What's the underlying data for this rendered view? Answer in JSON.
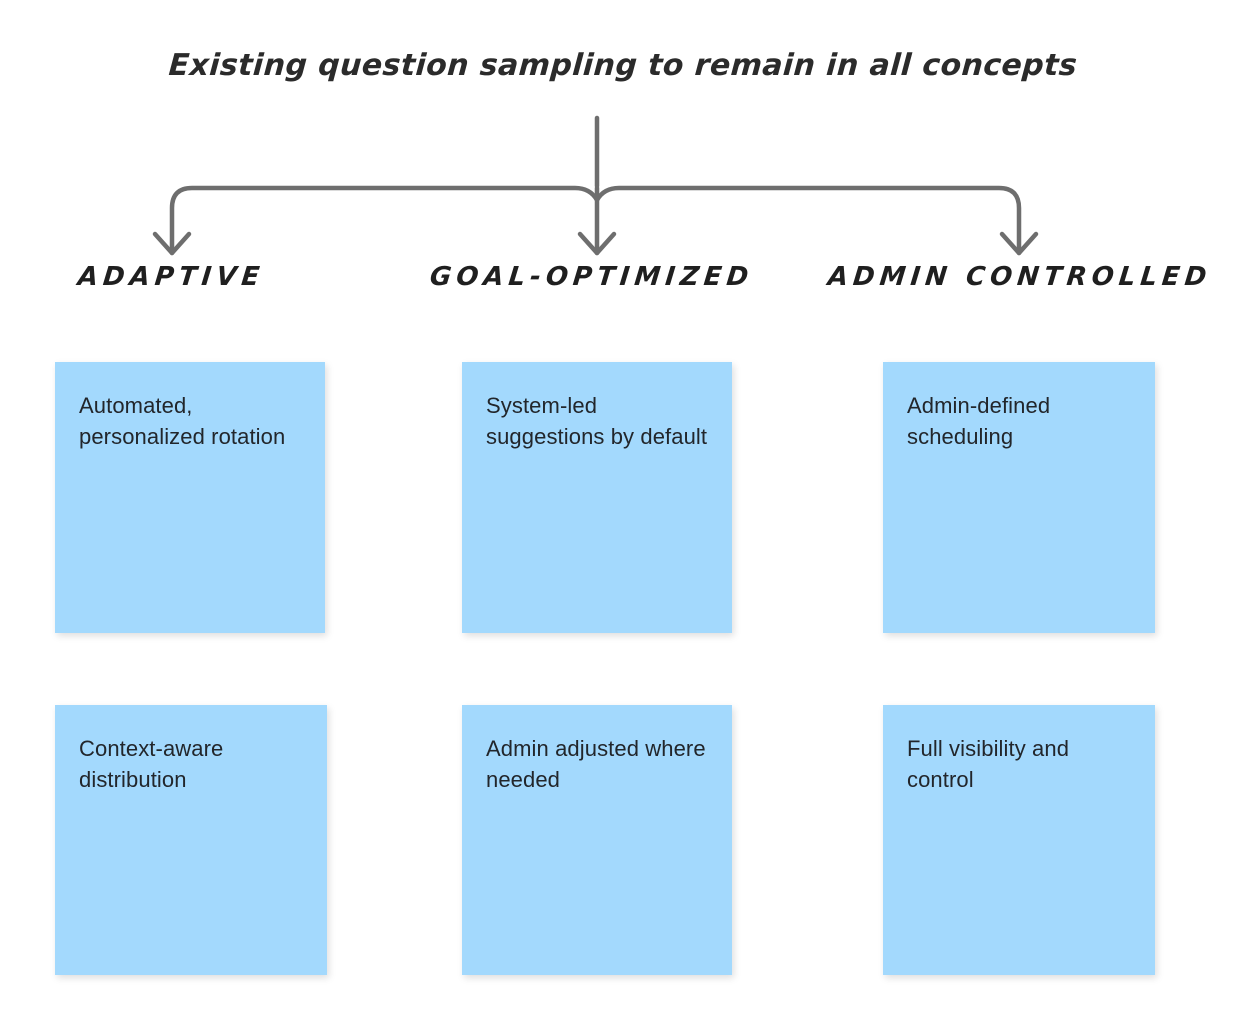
{
  "diagram": {
    "title": "Existing question sampling to remain in all concepts",
    "background_color": "#ffffff",
    "card_color": "#a3d9fd",
    "connector_color": "#6e6e6e",
    "text_color": "#22262b",
    "columns": [
      {
        "header": "ADAPTIVE",
        "cards": [
          {
            "text": "Automated, personalized rotation"
          },
          {
            "text": "Context-aware distribution"
          }
        ]
      },
      {
        "header": "GOAL-OPTIMIZED",
        "cards": [
          {
            "text": "System-led suggestions by default"
          },
          {
            "text": "Admin adjusted where needed"
          }
        ]
      },
      {
        "header": "ADMIN CONTROLLED",
        "cards": [
          {
            "text": "Admin-defined scheduling"
          },
          {
            "text": "Full visibility and control"
          }
        ]
      }
    ],
    "connectors": {
      "icon": "branching-arrow-connector",
      "branches": 3,
      "arrow_targets": [
        "ADAPTIVE",
        "GOAL-OPTIMIZED",
        "ADMIN CONTROLLED"
      ]
    }
  }
}
